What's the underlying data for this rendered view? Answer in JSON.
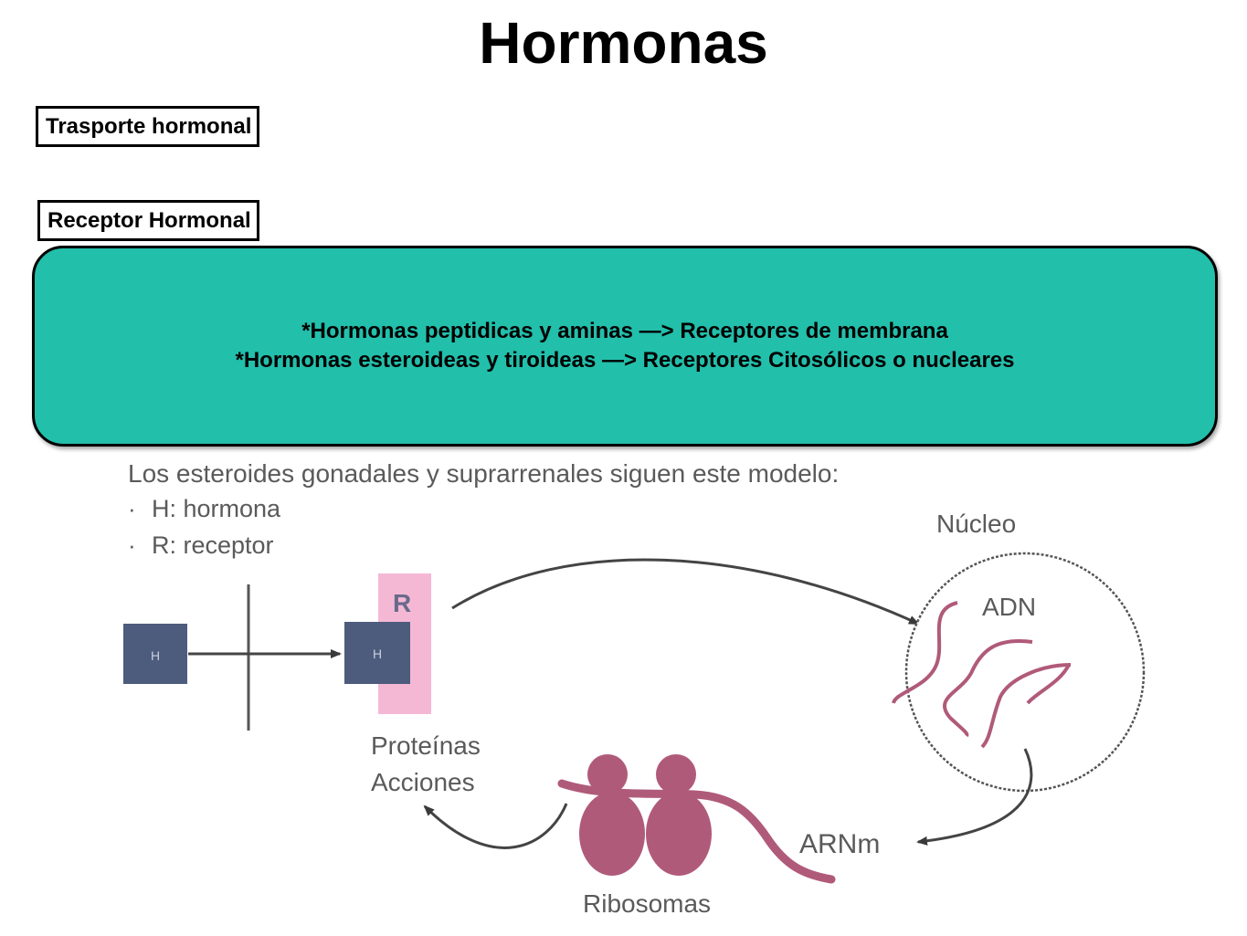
{
  "page": {
    "title": "Hormonas"
  },
  "tags": {
    "transport": "Trasporte hormonal",
    "receptor": "Receptor Hormonal"
  },
  "info_box": {
    "line1": "*Hormonas peptidicas y aminas —> Receptores de membrana",
    "line2": "*Hormonas esteroideas y tiroideas —> Receptores Citosólicos o nucleares"
  },
  "figure": {
    "caption": "Los esteroides gonadales y suprarrenales siguen este modelo:",
    "legend": [
      "H: hormona",
      "R: receptor"
    ],
    "hormone_box_label": "H",
    "complex_box_label": "H",
    "receptor_label": "R",
    "nucleus_label": "Núcleo",
    "dna_label": "ADN",
    "mrna_label": "ARNm",
    "ribosomes_label": "Ribosomas",
    "proteins_label_1": "Proteínas",
    "proteins_label_2": "Acciones"
  },
  "colors": {
    "teal": "#22bfab",
    "navy_box": "#4d5b7c",
    "pink_receptor": "#f5b8d4",
    "magenta": "#b05a7a",
    "label_gray": "#5a5a5a"
  }
}
